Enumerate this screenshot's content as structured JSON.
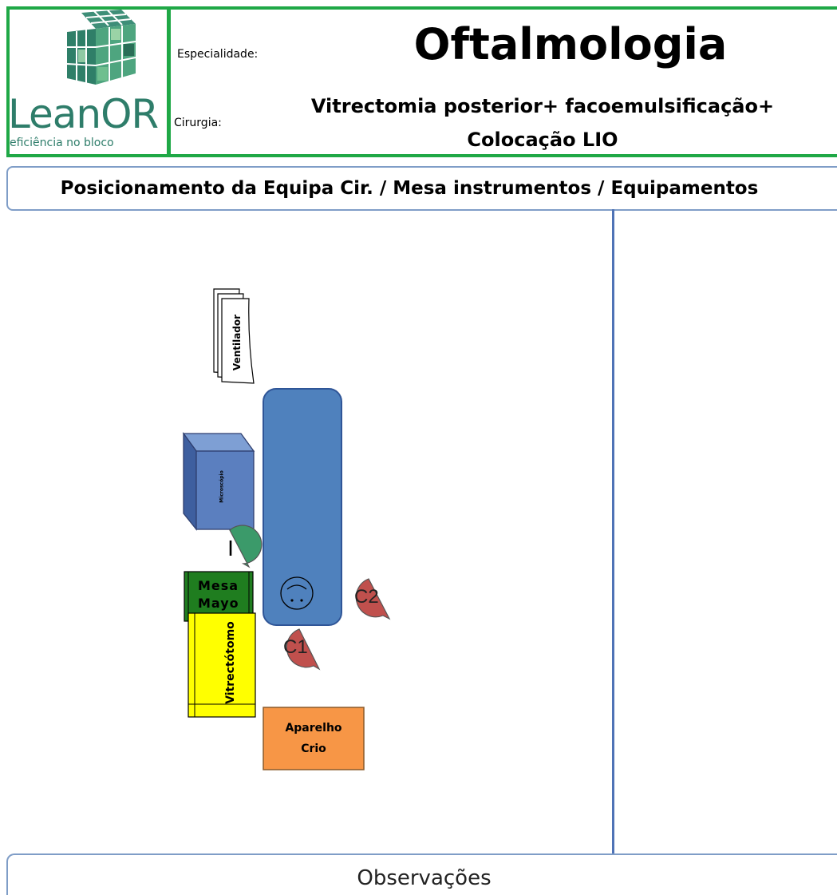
{
  "header": {
    "logo_text": "LeanOR",
    "logo_subtitle": "eficiência no bloco",
    "specialty_label": "Especialidade:",
    "specialty_value": "Oftalmologia",
    "surgery_label": "Cirurgia:",
    "surgery_line1": "Vitrectomia posterior+ facoemulsificação+",
    "surgery_line2": "Colocação LIO"
  },
  "section": {
    "title": "Posicionamento da Equipa Cir. / Mesa instrumentos / Equipamentos"
  },
  "diagram": {
    "ventilator_label": "Ventilador",
    "microscope_label": "Microscópio",
    "anesthetist_label": "I",
    "mayo_table_label_1": "Mesa",
    "mayo_table_label_2": "Mayo",
    "vitrectome_label": "Vitrectótomo",
    "cryo_label_1": "Aparelho",
    "cryo_label_2": "Crio",
    "surgeon1_label": "C1",
    "surgeon2_label": "C2"
  },
  "colors": {
    "header_border": "#1fa846",
    "table_blue": "#4f81bd",
    "microscope_blue": "#5b7fbf",
    "anesthetist_green": "#3b9a6a",
    "mayo_green": "#1f7d1f",
    "vitrectome_yellow": "#ffff00",
    "cryo_orange": "#f79646",
    "surgeon_red": "#c0504d",
    "divider_blue": "#4f73b6"
  },
  "footer": {
    "observations_label": "Observações"
  }
}
